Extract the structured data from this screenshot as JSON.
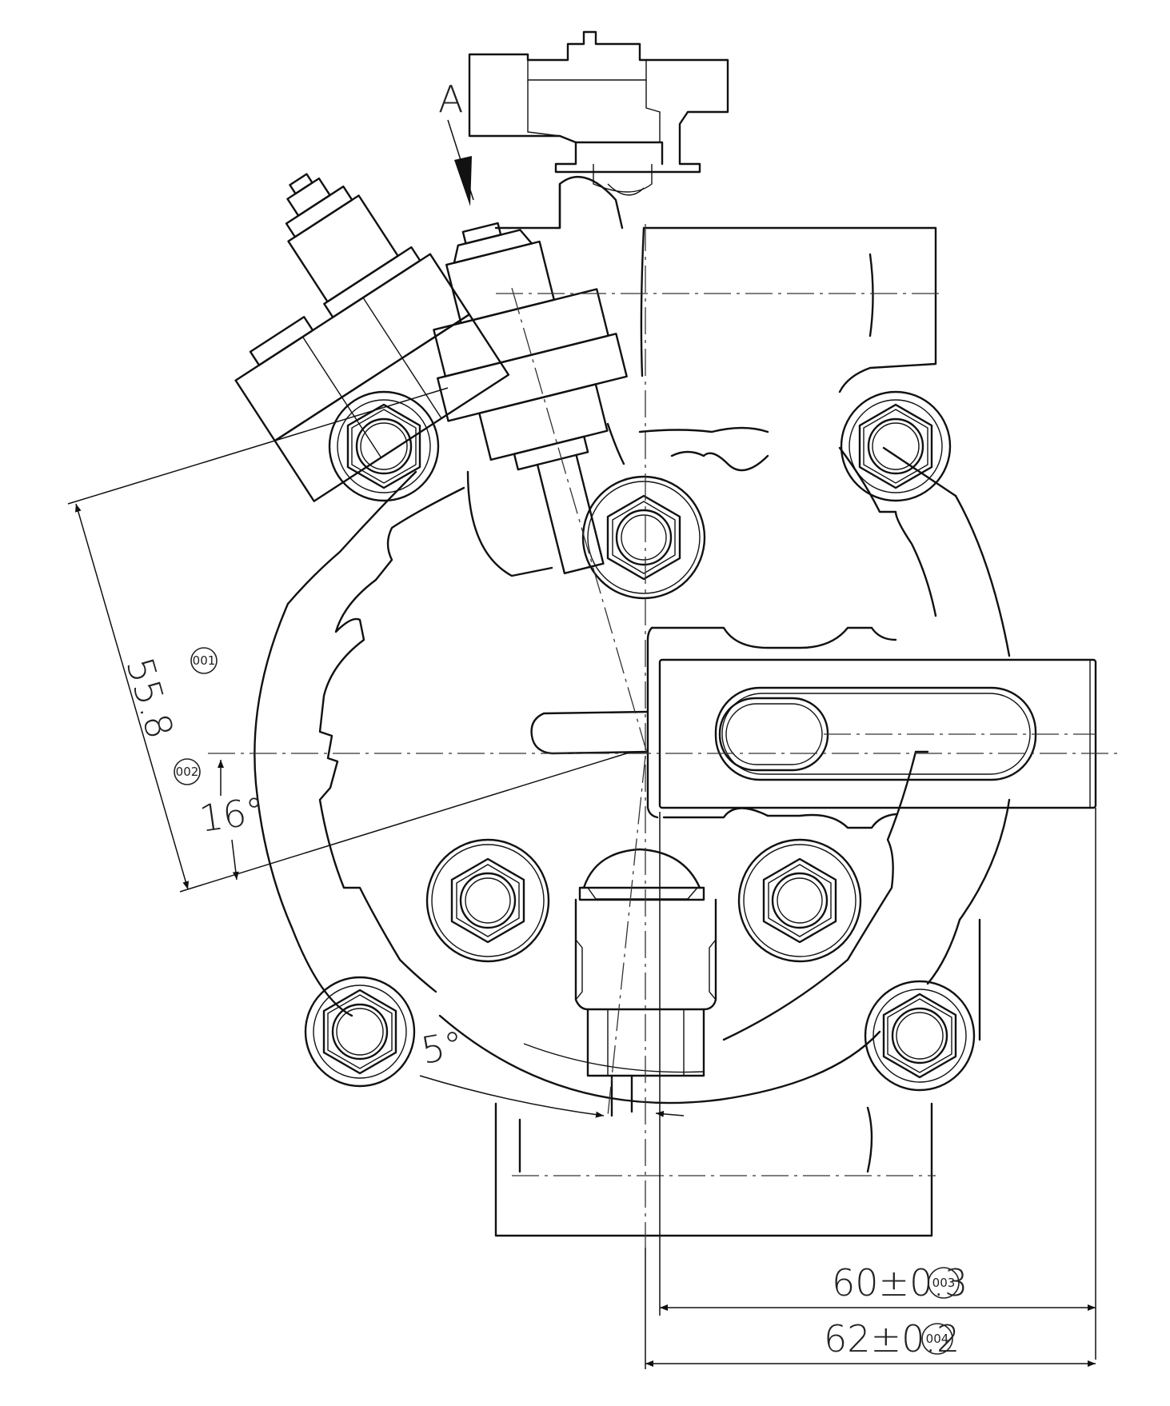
{
  "view_label": "A",
  "dimensions": {
    "length_1": {
      "value": "55.8",
      "tag": "001"
    },
    "angle_1": {
      "value": "16°",
      "tag": "002"
    },
    "angle_2": {
      "value": "5°"
    },
    "width_1": {
      "value": "60",
      "tolerance": "±0.3",
      "tag": "003"
    },
    "width_2": {
      "value": "62",
      "tolerance": "±0.2",
      "tag": "004"
    }
  },
  "colors": {
    "line": "#111111",
    "background": "#ffffff"
  }
}
